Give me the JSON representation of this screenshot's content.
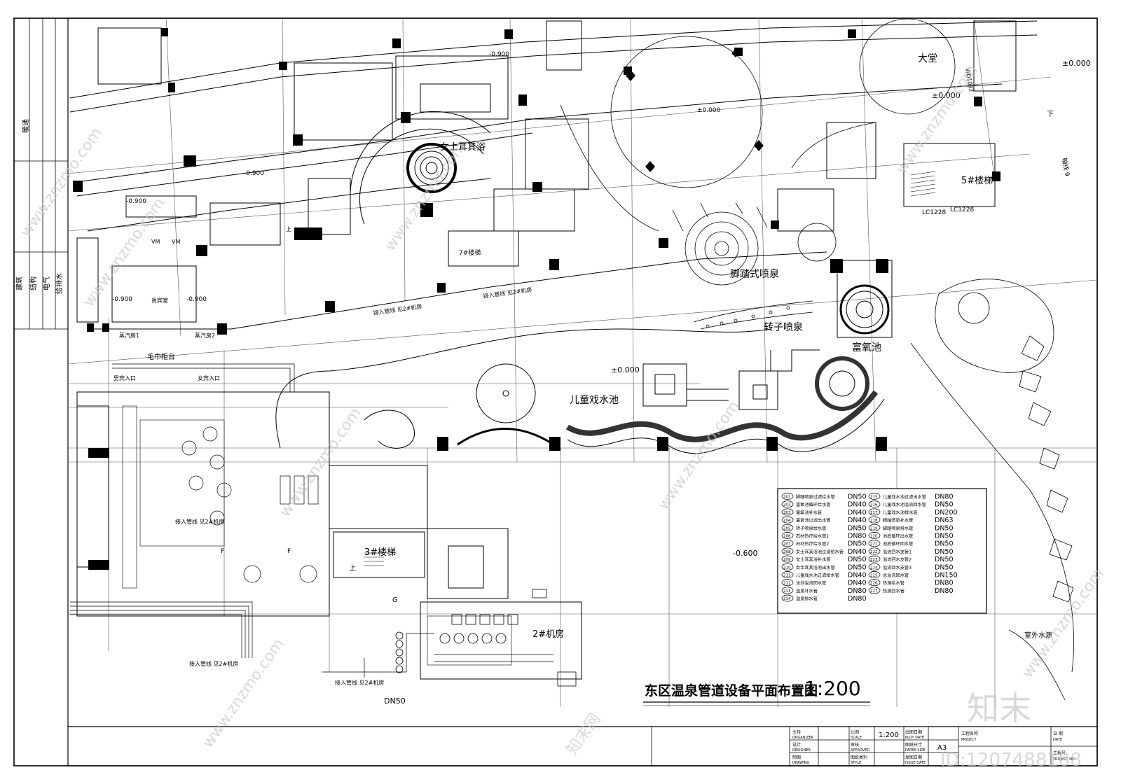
{
  "drawing": {
    "title": "东区温泉管道设备平面布置图",
    "scale": "1:200"
  },
  "rooms": {
    "lobby": "大堂",
    "stair5": "5#楼梯",
    "stair3": "3#楼梯",
    "stair7": "7#楼梯",
    "room2": "2#机房",
    "womens_bath": "女士耳其浴",
    "foot_fountain": "脚踏式喷泉",
    "spin_fountain": "转子喷泉",
    "oxygen_pool": "富氧池",
    "kids_pool": "儿童戏水池",
    "towel_counter": "毛巾柜台",
    "outdoor_water": "室外水源",
    "steam1": "蒸汽房1",
    "steam2": "蒸汽房2",
    "men_entry": "男宾入口",
    "women_entry": "女宾入口",
    "vip_room": "贵宾室",
    "vm1": "VM",
    "vm2": "VM"
  },
  "elevations": {
    "e1": "±0.000",
    "e2": "±0.000",
    "e3": "±0.000",
    "e4": "±0.000",
    "m1": "-0.900",
    "m2": "-0.900",
    "m3": "-0.900",
    "m4": "-0.900",
    "m5": "-0.900",
    "m6": "-0.600"
  },
  "marks": {
    "lc1": "LC1228",
    "lc2": "LC1228",
    "down": "下",
    "up1": "上",
    "up2": "上",
    "g": "G",
    "f1": "F",
    "f2": "F",
    "dn50": "DN50",
    "wd": "WD1032",
    "axis9": "轴线 9"
  },
  "pipe_notes": {
    "n1": "接入管线 见2#机房",
    "n2": "接入管线 见2#机房",
    "n3": "接入管线 见2#机房",
    "n4": "接入管线 见2#机房",
    "n5": "接入管线 见2#机房"
  },
  "legend": {
    "left": [
      {
        "code": "201",
        "text": "脚踏喷泉过滤给水管",
        "size": "DN50"
      },
      {
        "code": "202",
        "text": "富氧池循环给水管",
        "size": "DN40"
      },
      {
        "code": "203",
        "text": "富氧池补水管",
        "size": "DN40"
      },
      {
        "code": "204",
        "text": "富氧池过滤出水管",
        "size": "DN40"
      },
      {
        "code": "205",
        "text": "转子喷泉给水管",
        "size": "DN50"
      },
      {
        "code": "206",
        "text": "石材热疗给水管1",
        "size": "DN80"
      },
      {
        "code": "207",
        "text": "石材热疗给水管2",
        "size": "DN50"
      },
      {
        "code": "208",
        "text": "女士耳其浴池过滤给水管",
        "size": "DN40"
      },
      {
        "code": "209",
        "text": "女士耳其浴补水管",
        "size": "DN50"
      },
      {
        "code": "210",
        "text": "女士耳其浴池出水管",
        "size": "DN50"
      },
      {
        "code": "211",
        "text": "儿童戏水池过滤给水管",
        "size": "DN40"
      },
      {
        "code": "212",
        "text": "泳池溢流回水管",
        "size": "DN40"
      },
      {
        "code": "213",
        "text": "温泉补水管",
        "size": "DN80"
      },
      {
        "code": "214",
        "text": "温泉排水管",
        "size": "DN80"
      }
    ],
    "right": [
      {
        "code": "215",
        "text": "儿童戏水池过滤出水管",
        "size": "DN80"
      },
      {
        "code": "216",
        "text": "儿童戏水池溢流回水管",
        "size": "DN50"
      },
      {
        "code": "217",
        "text": "儿童戏水池排水管",
        "size": "DN200"
      },
      {
        "code": "218",
        "text": "脚踏喷泉补水管",
        "size": "DN63"
      },
      {
        "code": "219",
        "text": "脚踏喷泉排水管",
        "size": "DN50"
      },
      {
        "code": "220",
        "text": "池底循环出水管",
        "size": "DN50"
      },
      {
        "code": "221",
        "text": "池底循环回水管",
        "size": "DN50"
      },
      {
        "code": "222",
        "text": "溢流回水支管1",
        "size": "DN50"
      },
      {
        "code": "223",
        "text": "溢流回水支管2",
        "size": "DN50"
      },
      {
        "code": "224",
        "text": "溢流回水支管3",
        "size": "DN50"
      },
      {
        "code": "225",
        "text": "总溢流回水管",
        "size": "DN150"
      },
      {
        "code": "226",
        "text": "热源给水管",
        "size": "DN80"
      },
      {
        "code": "227",
        "text": "热源回水管",
        "size": "DN80"
      }
    ]
  },
  "side_strip": {
    "c1": "建筑",
    "c2": "结构",
    "c3": "电气",
    "c4": "给排水",
    "c5": "暖通"
  },
  "title_block": {
    "organizer_cn": "主持",
    "organizer_en": "ORGANIZER",
    "designer_cn": "设计",
    "designer_en": "DESIGNER",
    "drawing_cn": "制图",
    "drawing_en": "DRAWING",
    "scale_cn": "比例",
    "scale_en": "SCALE",
    "scale_val": "1:200",
    "approved_cn": "审核",
    "approved_en": "APPROVED",
    "style_cn": "图纸类别",
    "style_en": "STYLE",
    "plot_cn": "出图日期",
    "plot_en": "PLOT DATE",
    "paper_cn": "图纸尺寸",
    "paper_en": "PAPER SIZE",
    "paper_val": "A3",
    "issue_cn": "发图日期",
    "issue_en": "ISSUE DATE",
    "project_cn": "工程名称",
    "project_en": "PROJECT",
    "date_cn": "日 期",
    "date_en": "DATE",
    "no_cn": "工程号",
    "no_en": "PROJECT NO."
  },
  "watermark": {
    "logo": "知末",
    "id": "ID:1207488188",
    "site": "www.znzmo.com",
    "site_cn": "知末网"
  }
}
